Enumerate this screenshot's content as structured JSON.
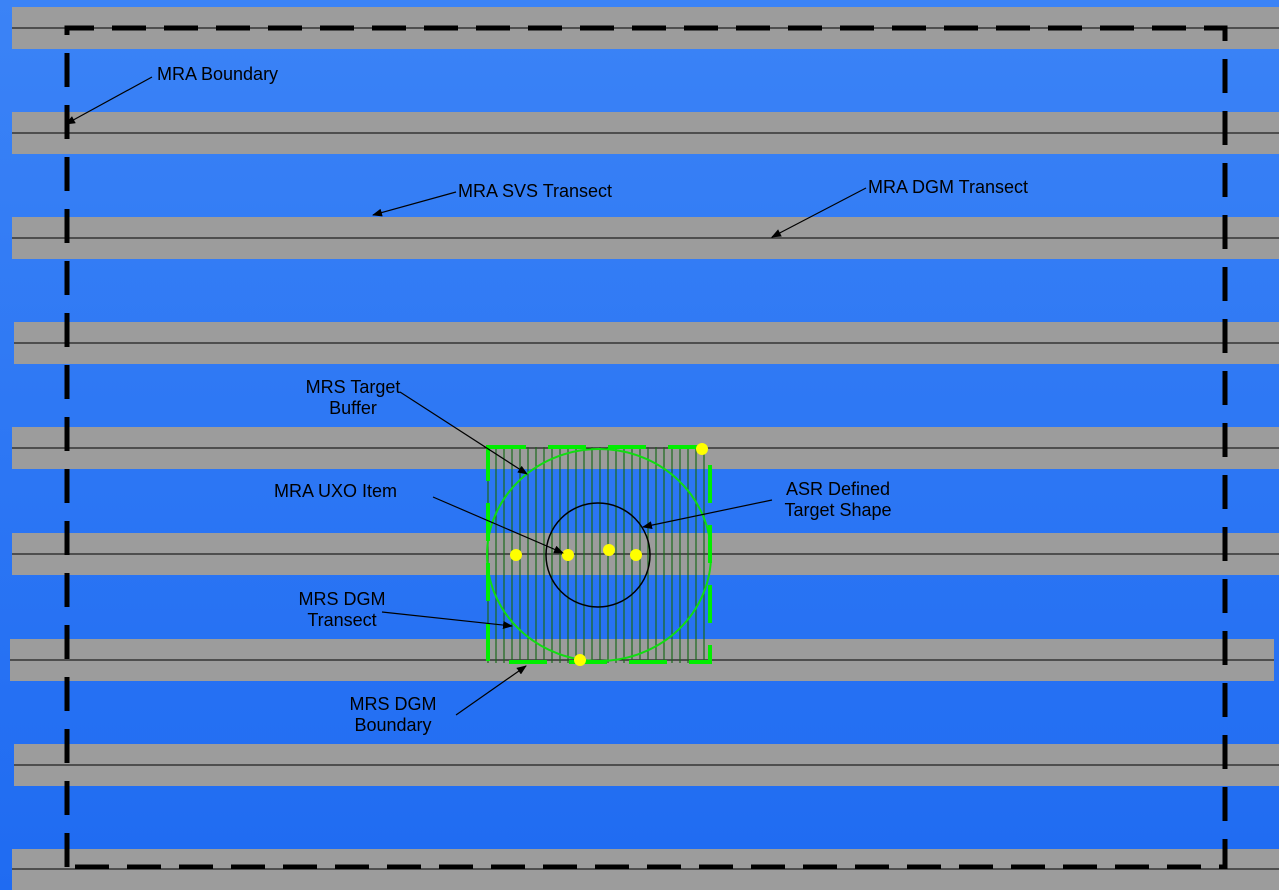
{
  "labels": {
    "mra_boundary": "MRA Boundary",
    "mra_svs_transect": "MRA SVS Transect",
    "mra_dgm_transect": "MRA DGM Transect",
    "mrs_target_buffer_l1": "MRS Target",
    "mrs_target_buffer_l2": "Buffer",
    "mra_uxo_item": "MRA UXO Item",
    "asr_target_l1": "ASR Defined",
    "asr_target_l2": "Target Shape",
    "mrs_dgm_transect_l1": "MRS DGM",
    "mrs_dgm_transect_l2": "Transect",
    "mrs_dgm_boundary_l1": "MRS DGM",
    "mrs_dgm_boundary_l2": "Boundary"
  },
  "colors": {
    "background_top": "#3b83f6",
    "background_bottom": "#1f6bf2",
    "transect_band": "#9c9c9c",
    "dgm_boundary": "#00ee00",
    "target_buffer": "#11dd11",
    "uxo_item": "#ffff00"
  }
}
